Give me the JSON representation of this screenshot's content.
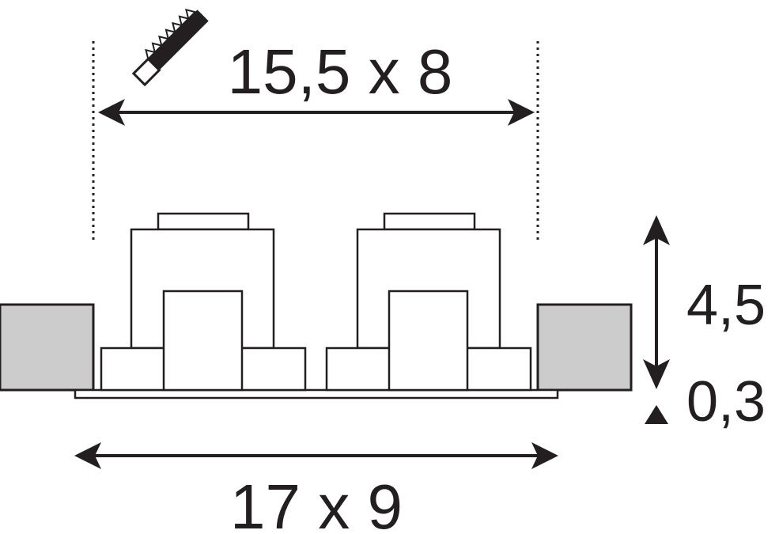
{
  "dimensions": {
    "cutout": "15,5 x 8",
    "outer": "17 x 9",
    "height": "4,5",
    "flange": "0,3"
  },
  "colors": {
    "line": "#231f20",
    "ceiling_fill": "#cccccc",
    "background": "#ffffff"
  },
  "icons": {
    "cutout_tool": "saw-icon"
  }
}
